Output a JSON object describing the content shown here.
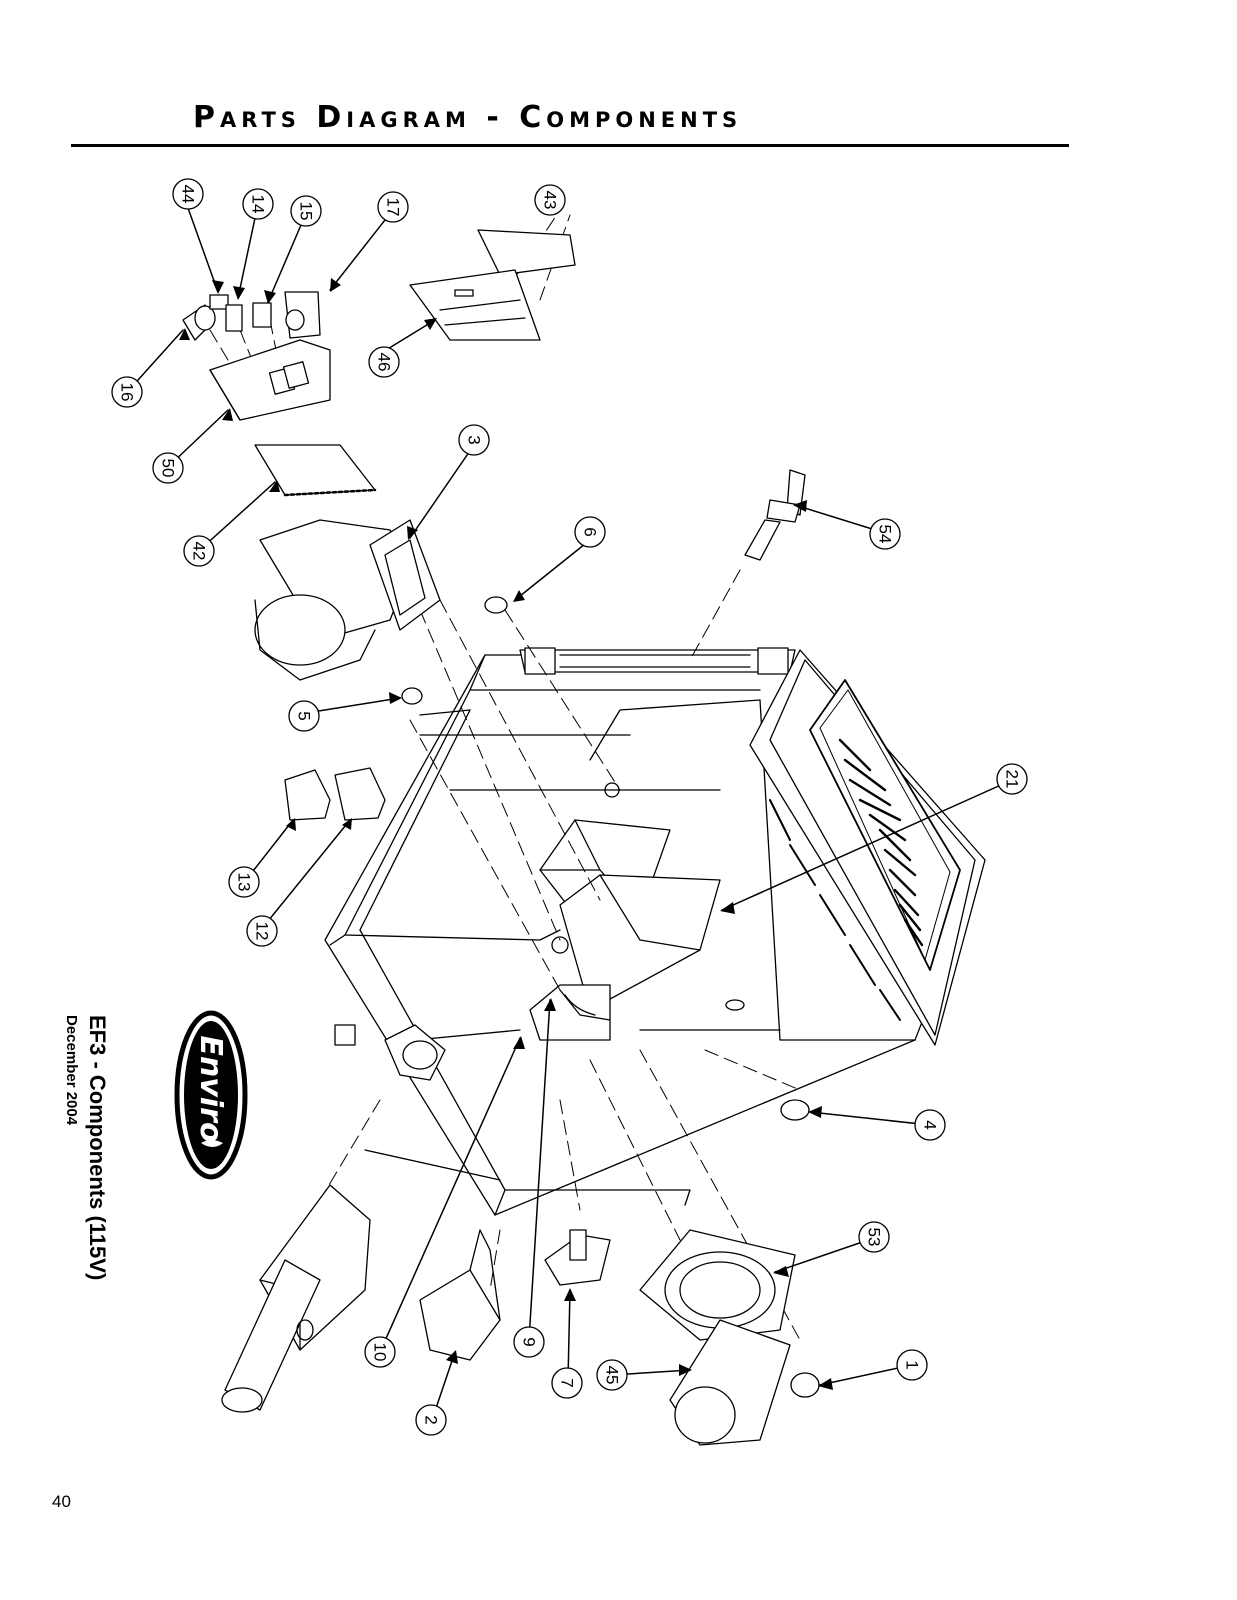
{
  "page": {
    "title": "Parts Diagram - Components",
    "page_number": "40"
  },
  "caption": {
    "model": "EF3 - Components (115V)",
    "date": "December 2004"
  },
  "logo": {
    "brand": "Enviro"
  },
  "callouts": [
    {
      "label": "44"
    },
    {
      "label": "14"
    },
    {
      "label": "15"
    },
    {
      "label": "17"
    },
    {
      "label": "43"
    },
    {
      "label": "46"
    },
    {
      "label": "16"
    },
    {
      "label": "50"
    },
    {
      "label": "42"
    },
    {
      "label": "3"
    },
    {
      "label": "6"
    },
    {
      "label": "54"
    },
    {
      "label": "5"
    },
    {
      "label": "13"
    },
    {
      "label": "12"
    },
    {
      "label": "21"
    },
    {
      "label": "4"
    },
    {
      "label": "53"
    },
    {
      "label": "10"
    },
    {
      "label": "9"
    },
    {
      "label": "7"
    },
    {
      "label": "45"
    },
    {
      "label": "2"
    },
    {
      "label": "1"
    }
  ]
}
